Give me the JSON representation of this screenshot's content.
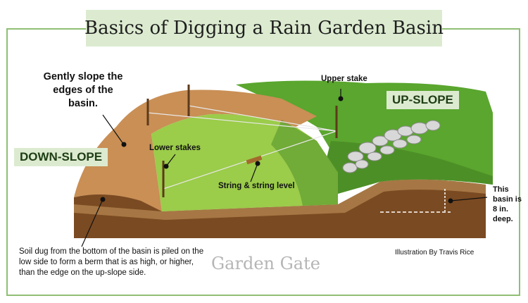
{
  "title": "Basics of Digging a Rain Garden Basin",
  "labels": {
    "gently_slope": "Gently slope the edges of the basin.",
    "upper_stake": "Upper stake",
    "lower_stakes": "Lower stakes",
    "string_level": "String & string level",
    "basin_depth": "This basin is 8 in. deep.",
    "down_slope": "DOWN-SLOPE",
    "up_slope": "UP-SLOPE",
    "soil_note": "Soil dug from the bottom of the basin is piled on the low side to form a berm that is as high, or higher, than the edge on the up-slope side."
  },
  "credit": "Illustration By Travis Rice",
  "brand": "Garden Gate",
  "colors": {
    "frame": "#8fbf73",
    "label_bg": "#dcebd0",
    "grass": "#5aa62e",
    "soil": "#7a4a22",
    "basin_floor": "#9bcc4a",
    "stone": "#d8d8d8"
  }
}
